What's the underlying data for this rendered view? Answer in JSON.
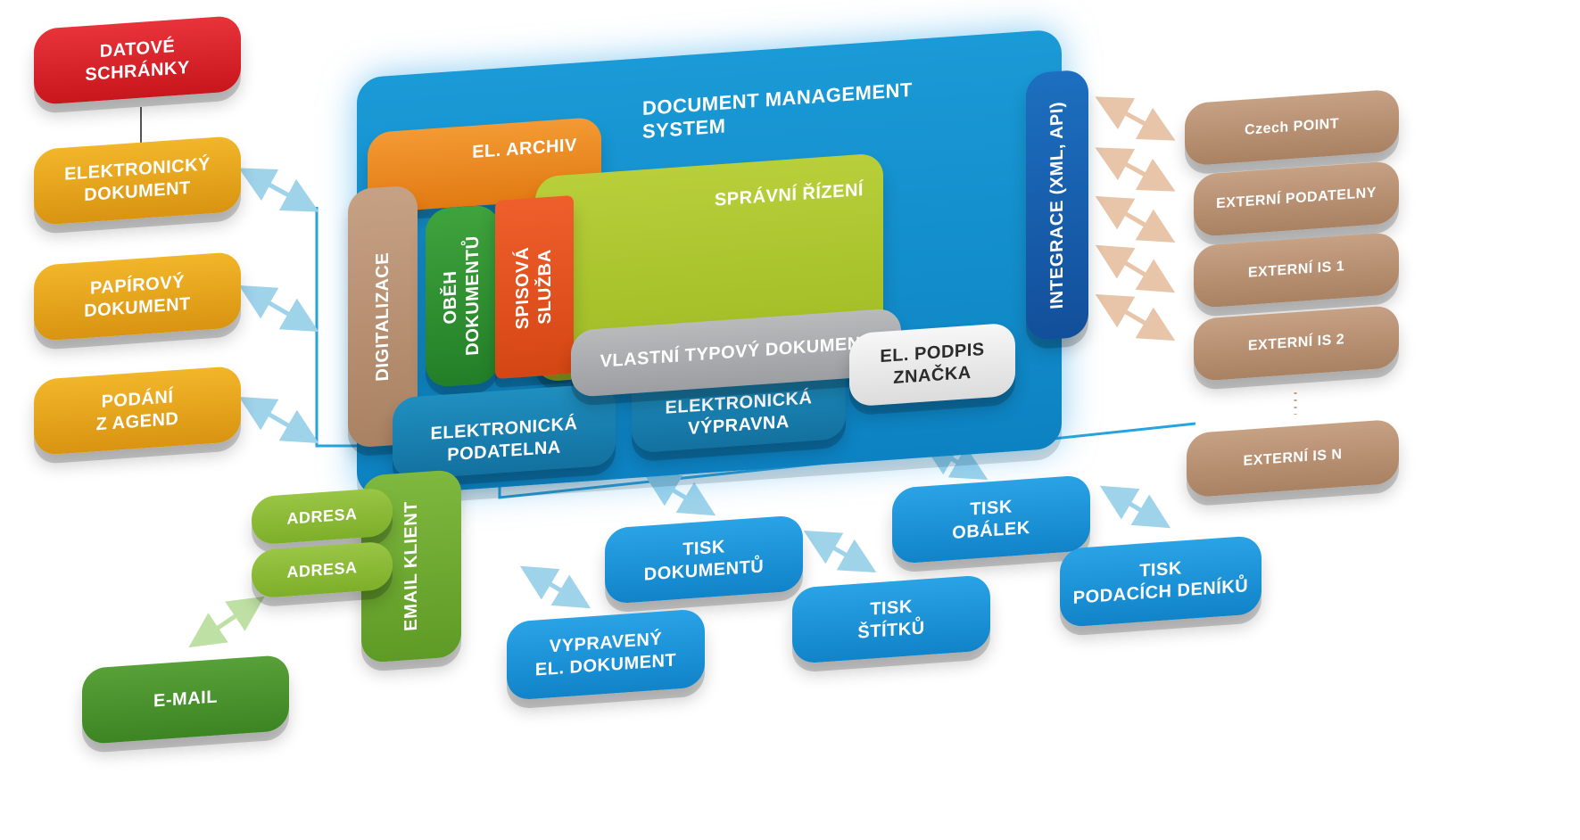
{
  "left_sources": {
    "datove_schranky": "DATOVÉ\nSCHRÁNKY",
    "elektronicky_dokument": "ELEKTRONICKÝ\nDOKUMENT",
    "papirovy_dokument": "PAPÍROVÝ\nDOKUMENT",
    "podani_z_agend": "PODÁNÍ\nZ AGEND"
  },
  "dms": {
    "title": "DOCUMENT MANAGEMENT SYSTEM",
    "el_archiv": "EL. ARCHIV",
    "digitalizace": "DIGITALIZACE",
    "obeh_dokumentu": "OBĚH\nDOKUMENTŮ",
    "spisova_sluzba": "SPISOVÁ\nSLUŽBA",
    "spravni_rizeni": "SPRÁVNÍ ŘÍZENÍ",
    "vlastni_typovy_dokument": "VLASTNÍ TYPOVÝ DOKUMENT",
    "el_podpis_znacka": "EL. PODPIS\nZNAČKA",
    "elektronicka_podatelna": "ELEKTRONICKÁ\nPODATELNA",
    "elektronicka_vypravna": "ELEKTRONICKÁ\nVÝPRAVNA",
    "integrace": "INTEGRACE (XML, API)"
  },
  "external_systems": [
    "Czech POINT",
    "EXTERNÍ PODATELNY",
    "EXTERNÍ IS 1",
    "EXTERNÍ IS 2",
    "EXTERNÍ IS N"
  ],
  "email_group": {
    "adresa_1": "ADRESA",
    "adresa_2": "ADRESA",
    "email_klient": "EMAIL KLIENT",
    "email": "E-MAIL"
  },
  "outputs": {
    "tisk_dokumentu": "TISK\nDOKUMENTŮ",
    "tisk_obalek": "TISK\nOBÁLEK",
    "tisk_stitku": "TISK\nŠTÍTKŮ",
    "tisk_podacich_deniku": "TISK\nPODACÍCH DENÍKŮ",
    "vypraveny_el_dokument": "VYPRAVENÝ\nEL. DOKUMENT"
  },
  "colors": {
    "red": "#d42028",
    "gold": "#e6a31c",
    "orange": "#ec8a22",
    "tan": "#b8927a",
    "dms_blue": "#1490cf",
    "dark_green": "#2e9331",
    "lime": "#acc52e",
    "grey": "#aeafb1",
    "navy": "#185fac",
    "output_blue": "#1b93d8",
    "email_green": "#4a9330"
  }
}
